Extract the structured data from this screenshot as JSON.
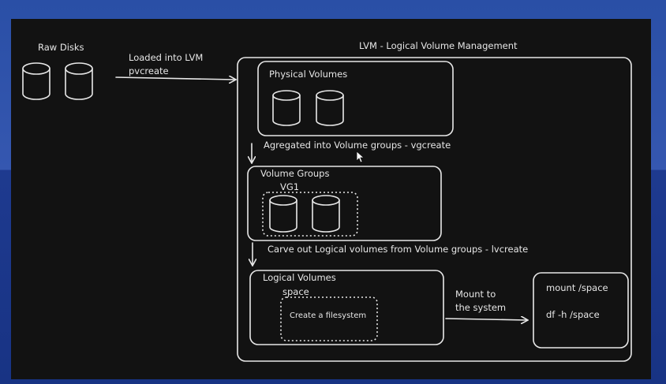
{
  "raw_disks_label": "Raw Disks",
  "arrow_pv_line1": "Loaded into LVM",
  "arrow_pv_line2": "pvcreate",
  "lvm_title": "LVM - Logical Volume Management",
  "pv_title": "Physical Volumes",
  "vg_step": "Agregated into Volume groups - vgcreate",
  "vg_title": "Volume Groups",
  "vg1_label": "VG1",
  "lv_step": "Carve out Logical volumes from Volume groups - lvcreate",
  "lv_title": "Logical Volumes",
  "space_label": "space",
  "fs_label": "Create a filesystem",
  "mount_line1": "Mount to",
  "mount_line2": "the system",
  "cmd1": "mount /space",
  "cmd2": "df -h /space"
}
